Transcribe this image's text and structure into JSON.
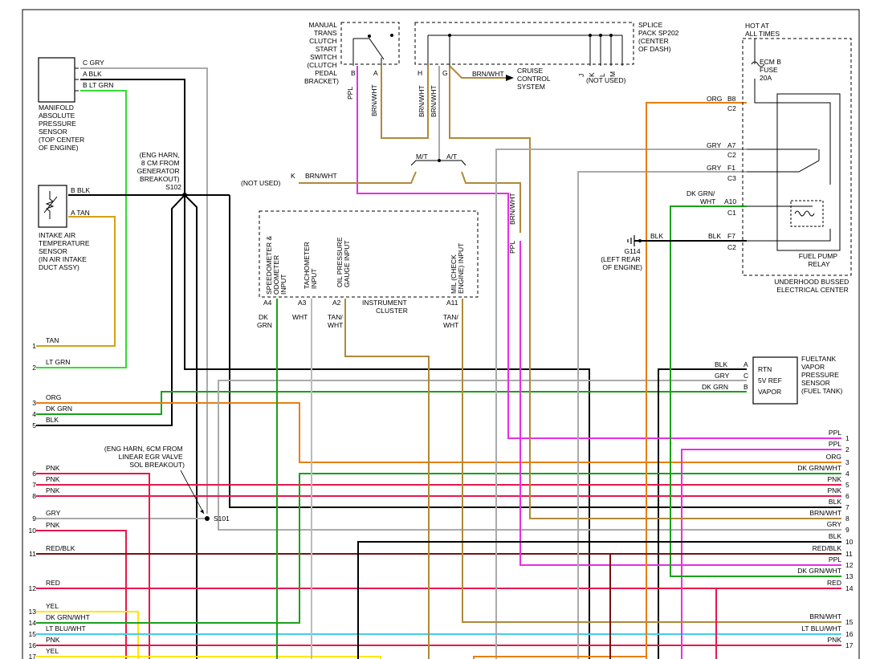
{
  "components": {
    "map_sensor": [
      "MANIFOLD",
      "ABSOLUTE",
      "PRESSURE",
      "SENSOR",
      "(TOP CENTER",
      "OF ENGINE)"
    ],
    "map_pins": [
      "C  GRY",
      "A  BLK",
      "B  LT GRN"
    ],
    "iat_sensor": [
      "INTAKE AIR",
      "TEMPERATURE",
      "SENSOR",
      "(IN AIR INTAKE",
      "DUCT ASSY)"
    ],
    "iat_pins": [
      "B  BLK",
      "A  TAN"
    ],
    "s102_label": [
      "(ENG HARN,",
      "8 CM FROM",
      "GENERATOR",
      "BREAKOUT)",
      "S102"
    ],
    "clutch_switch": [
      "MANUAL",
      "TRANS",
      "CLUTCH",
      "START",
      "SWITCH",
      "(CLUTCH",
      "PEDAL",
      "BRACKET)"
    ],
    "clutch_pins": [
      "B",
      "A"
    ],
    "clutch_wires": [
      "PPL",
      "BRN/WHT"
    ],
    "splice_pack": [
      "SPLICE",
      "PACK SP202",
      "(CENTER",
      "OF DASH)"
    ],
    "splice_pins": [
      "H",
      "G",
      "J",
      "K",
      "L",
      "M"
    ],
    "splice_wires": [
      "BRN/WHT",
      "BRN/WHT"
    ],
    "cruise": [
      "BRN/WHT",
      "CRUISE",
      "CONTROL",
      "SYSTEM"
    ],
    "not_used": "(NOT USED)",
    "mt_at": [
      "M/T",
      "A/T"
    ],
    "not_used_k": [
      "(NOT USED)",
      "K",
      "BRN/WHT"
    ],
    "hot_at_all_times": [
      "HOT AT",
      "ALL TIMES"
    ],
    "fuse": [
      "ECM B",
      "FUSE",
      "20A"
    ],
    "fuse_relay_pins": [
      {
        "color": "ORG",
        "pin": "B8",
        "conn": "C2"
      },
      {
        "color": "GRY",
        "pin": "A7",
        "conn": "C2"
      },
      {
        "color": "GRY",
        "pin": "F1",
        "conn": "C3"
      },
      {
        "color": "DK GRN/",
        "color2": "WHT",
        "pin": "A10",
        "conn": "C1"
      },
      {
        "color": "BLK",
        "pin": "F7",
        "conn": "C2"
      }
    ],
    "ground": [
      "G114",
      "(LEFT REAR",
      "OF ENGINE)"
    ],
    "ground_wire": "BLK",
    "brn_wht_vertical": "BRN/WHT",
    "ppl_vertical": "PPL",
    "relay_label": [
      "FUEL PUMP",
      "RELAY"
    ],
    "ubec_label": [
      "UNDERHOOD BUSSED",
      "ELECTRICAL CENTER"
    ],
    "cluster_inputs": [
      [
        "SPEEDOMETER &",
        "ODOMETER",
        "INPUT"
      ],
      [
        "TACHOMETER",
        "INPUT"
      ],
      [
        "OIL PRESSURE",
        "GAUGE INPUT"
      ],
      [
        "MIL (CHECK",
        "ENGINE) INPUT"
      ]
    ],
    "cluster_pins": [
      "A4",
      "A3",
      "A2",
      "A11"
    ],
    "cluster_label": [
      "INSTRUMENT",
      "CLUSTER"
    ],
    "cluster_wires": [
      [
        "DK",
        "GRN"
      ],
      [
        "WHT"
      ],
      [
        "TAN/",
        "WHT"
      ],
      [
        "TAN/",
        "WHT"
      ]
    ],
    "vapor_sensor_box": [
      "RTN",
      "5V REF",
      "VAPOR"
    ],
    "vapor_pins": [
      {
        "color": "BLK",
        "pin": "A"
      },
      {
        "color": "GRY",
        "pin": "C"
      },
      {
        "color": "DK GRN",
        "pin": "B"
      }
    ],
    "vapor_label": [
      "FUELTANK",
      "VAPOR",
      "PRESSURE",
      "SENSOR",
      "(FUEL TANK)"
    ],
    "s101_label": [
      "(ENG HARN, 6CM FROM",
      "LINEAR EGR VALVE",
      "SOL BREAKOUT)"
    ],
    "s101": "S101"
  },
  "left_terminals": [
    {
      "num": "1",
      "label": "TAN",
      "color": "#d4a017"
    },
    {
      "num": "2",
      "label": "LT GRN",
      "color": "#33dd33"
    },
    {
      "num": "3",
      "label": "ORG",
      "color": "#e87e12"
    },
    {
      "num": "4",
      "label": "DK GRN",
      "color": "#1aa01a"
    },
    {
      "num": "5",
      "label": "BLK",
      "color": "#000000"
    },
    {
      "num": "6",
      "label": "PNK",
      "color": "#e8174b"
    },
    {
      "num": "7",
      "label": "PNK",
      "color": "#e8174b"
    },
    {
      "num": "8",
      "label": "PNK",
      "color": "#e8174b"
    },
    {
      "num": "9",
      "label": "GRY",
      "color": "#aaaaaa"
    },
    {
      "num": "10",
      "label": "PNK",
      "color": "#e8174b"
    },
    {
      "num": "11",
      "label": "RED/BLK",
      "color": "#7a1010"
    },
    {
      "num": "12",
      "label": "RED",
      "color": "#e8174b"
    },
    {
      "num": "13",
      "label": "YEL",
      "color": "#ffe600"
    },
    {
      "num": "14",
      "label": "DK GRN/WHT",
      "color": "#1aa01a"
    },
    {
      "num": "15",
      "label": "LT BLU/WHT",
      "color": "#44ccee"
    },
    {
      "num": "16",
      "label": "PNK",
      "color": "#e8174b"
    },
    {
      "num": "17",
      "label": "YEL",
      "color": "#ffe600"
    }
  ],
  "right_terminals": [
    {
      "num": "1",
      "label": "PPL",
      "color": "#e62ee6"
    },
    {
      "num": "2",
      "label": "PPL",
      "color": "#e62ee6"
    },
    {
      "num": "3",
      "label": "ORG",
      "color": "#e87e12"
    },
    {
      "num": "4",
      "label": "DK GRN/WHT",
      "color": "#1aa01a"
    },
    {
      "num": "5",
      "label": "PNK",
      "color": "#e8174b"
    },
    {
      "num": "6",
      "label": "PNK",
      "color": "#e8174b"
    },
    {
      "num": "7",
      "label": "BLK",
      "color": "#000000"
    },
    {
      "num": "8",
      "label": "BRN/WHT",
      "color": "#b0893a"
    },
    {
      "num": "9",
      "label": "GRY",
      "color": "#aaaaaa"
    },
    {
      "num": "10",
      "label": "BLK",
      "color": "#000000"
    },
    {
      "num": "11",
      "label": "RED/BLK",
      "color": "#7a1010"
    },
    {
      "num": "12",
      "label": "PPL",
      "color": "#e62ee6"
    },
    {
      "num": "13",
      "label": "DK GRN/WHT",
      "color": "#1aa01a"
    },
    {
      "num": "14",
      "label": "RED",
      "color": "#e8174b"
    },
    {
      "num": "15",
      "label": "BRN/WHT",
      "color": "#b0893a"
    },
    {
      "num": "16",
      "label": "LT BLU/WHT",
      "color": "#44ccee"
    },
    {
      "num": "17",
      "label": "PNK",
      "color": "#e8174b"
    }
  ],
  "wire_colors": {
    "black": "#000000",
    "gray": "#aaaaaa",
    "lt_green": "#33dd33",
    "dk_green": "#1aa01a",
    "tan": "#d4a017",
    "orange": "#e87e12",
    "pink": "#e8174b",
    "purple": "#e62ee6",
    "brn_wht": "#b0893a",
    "red_blk": "#7a1010",
    "yellow": "#ffe600",
    "lt_blu": "#44ccee"
  }
}
